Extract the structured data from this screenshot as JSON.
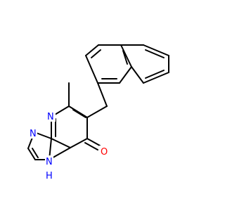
{
  "molecule": {
    "atoms": {
      "n_ring": "N",
      "o_carbonyl": "O",
      "n_triazole": "N",
      "nh_triazole": "N",
      "h_triazole": "H"
    },
    "colors": {
      "bond": "#000000",
      "nitrogen": "#0000ff",
      "oxygen": "#ff0000",
      "background": "#ffffff"
    }
  }
}
